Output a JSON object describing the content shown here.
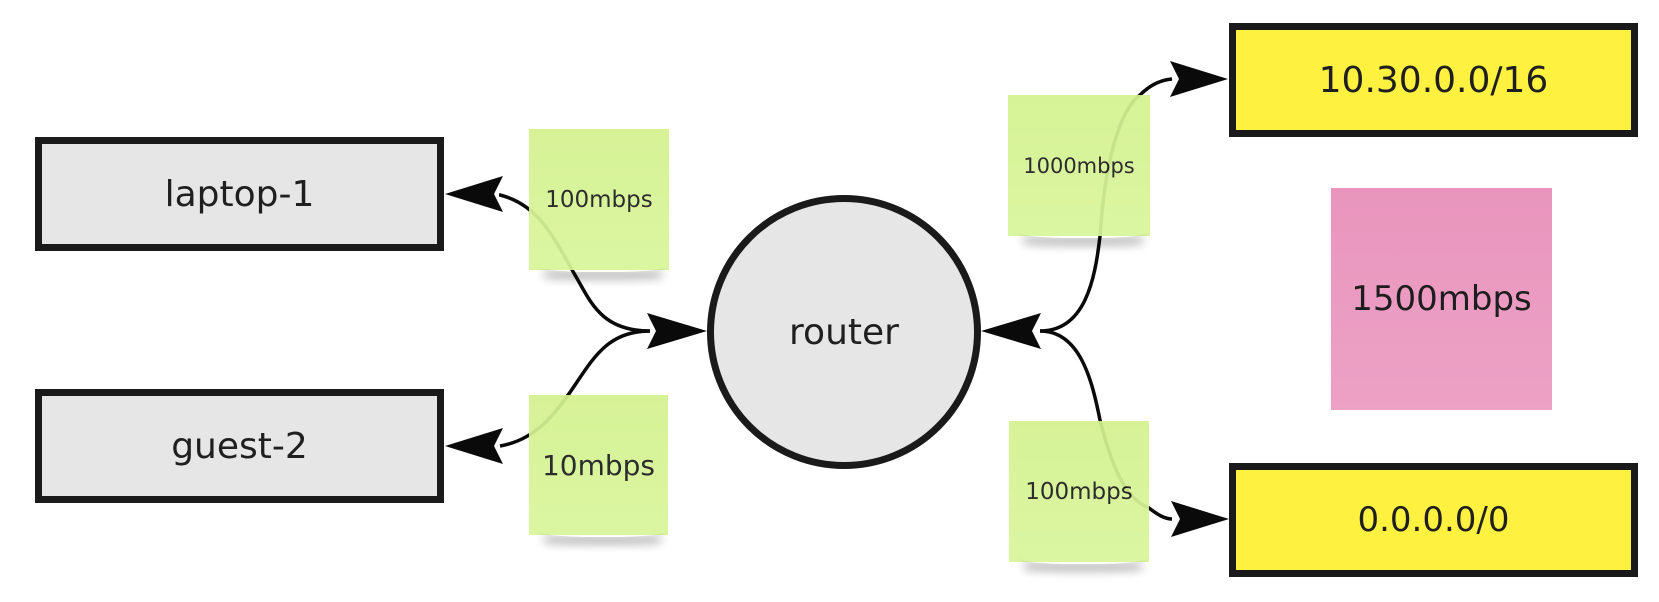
{
  "diagram": {
    "nodes": [
      {
        "id": "laptop",
        "label": "laptop-1",
        "shape": "rectangle",
        "fill": "#e6e6e6"
      },
      {
        "id": "guest",
        "label": "guest-2",
        "shape": "rectangle",
        "fill": "#e6e6e6"
      },
      {
        "id": "router",
        "label": "router",
        "shape": "circle",
        "fill": "#e6e6e6"
      },
      {
        "id": "net1",
        "label": "10.30.0.0/16",
        "shape": "rectangle",
        "fill": "#fff140"
      },
      {
        "id": "net2",
        "label": "0.0.0.0/0",
        "shape": "rectangle",
        "fill": "#fff140"
      }
    ],
    "stickies": [
      {
        "id": "s1",
        "label": "100mbps",
        "color": "#d6f595"
      },
      {
        "id": "s2",
        "label": "10mbps",
        "color": "#d6f595"
      },
      {
        "id": "s3",
        "label": "1000mbps",
        "color": "#d6f595"
      },
      {
        "id": "s4",
        "label": "100mbps",
        "color": "#d6f595"
      },
      {
        "id": "s5",
        "label": "1500mbps",
        "color": "#ea9bc0"
      }
    ],
    "edges": [
      {
        "from": "router",
        "to": "laptop",
        "label_sticky": "s1",
        "bidirectional": true
      },
      {
        "from": "router",
        "to": "guest",
        "label_sticky": "s2",
        "bidirectional": true
      },
      {
        "from": "router",
        "to": "net1",
        "label_sticky": "s3",
        "bidirectional": true
      },
      {
        "from": "router",
        "to": "net2",
        "label_sticky": "s4",
        "bidirectional": true
      }
    ],
    "colors": {
      "stroke": "#1a1a1a",
      "text": "#1f1f1f"
    }
  }
}
